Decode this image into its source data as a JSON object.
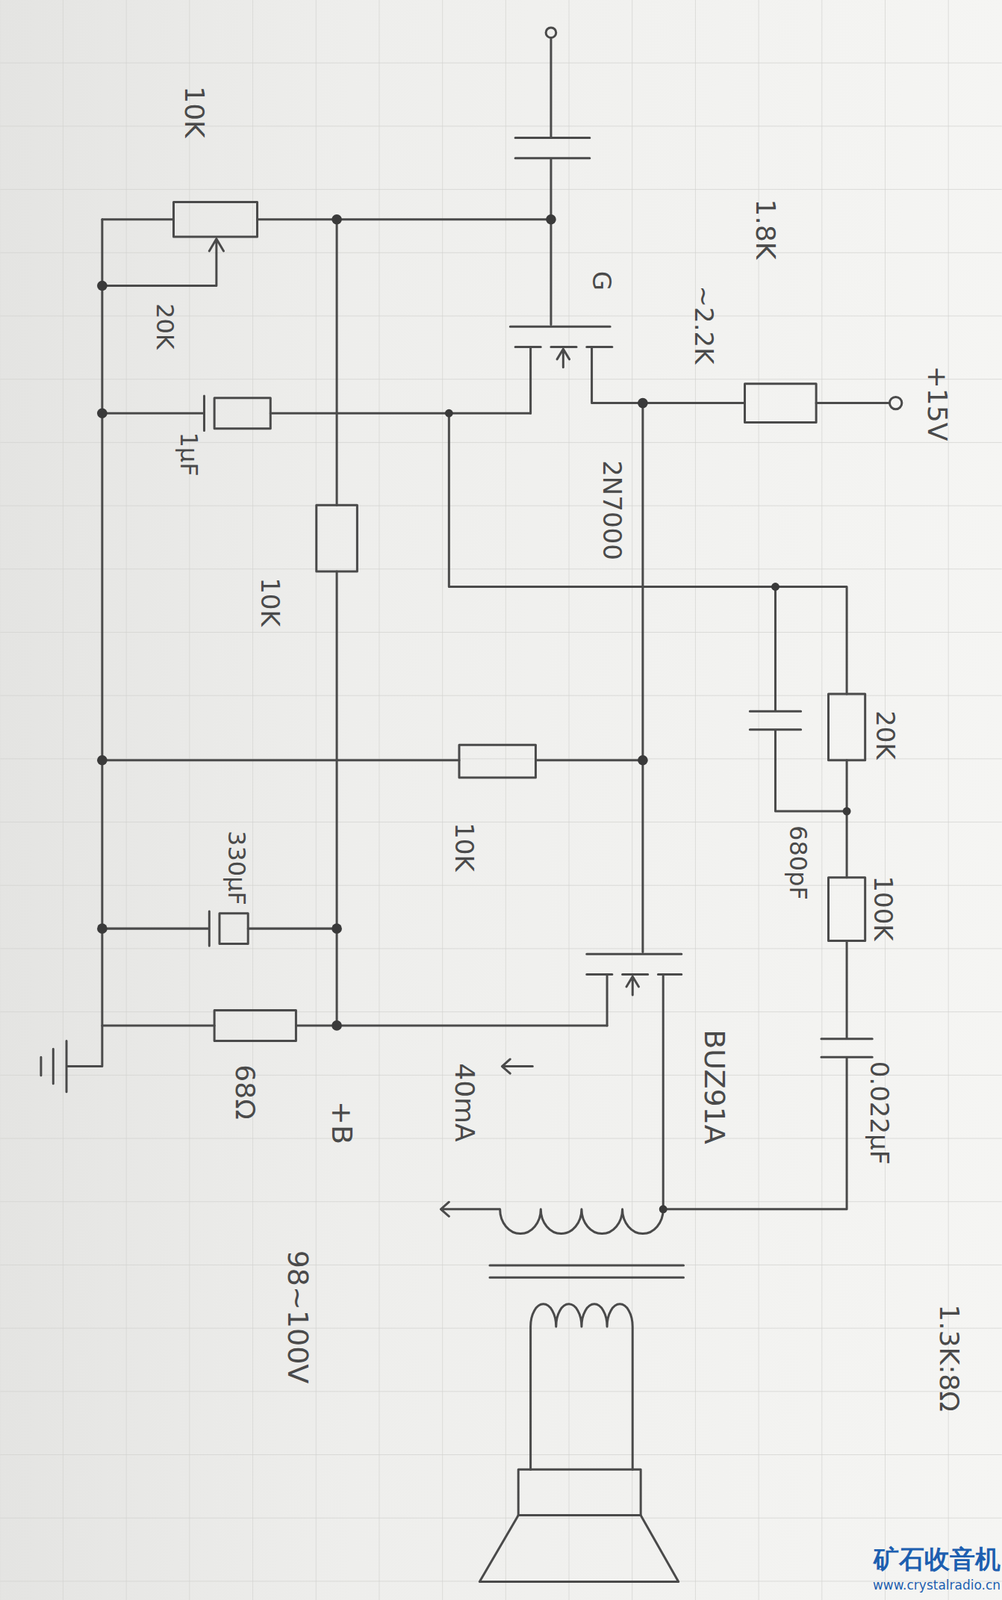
{
  "diagram": {
    "labels": [
      "10K",
      "20K",
      "1.8K",
      "~2.2K",
      "+15V",
      "G",
      "2N7000",
      "1μF",
      "10K",
      "20K",
      "680pF",
      "100K",
      "10K",
      "330μF",
      "0.022μF",
      "BUZ91A",
      "68Ω",
      "40mA",
      "+B",
      "98~100V",
      "1.3K:8Ω",
      "矿石收音机",
      "www.crystalradio.cn"
    ]
  }
}
